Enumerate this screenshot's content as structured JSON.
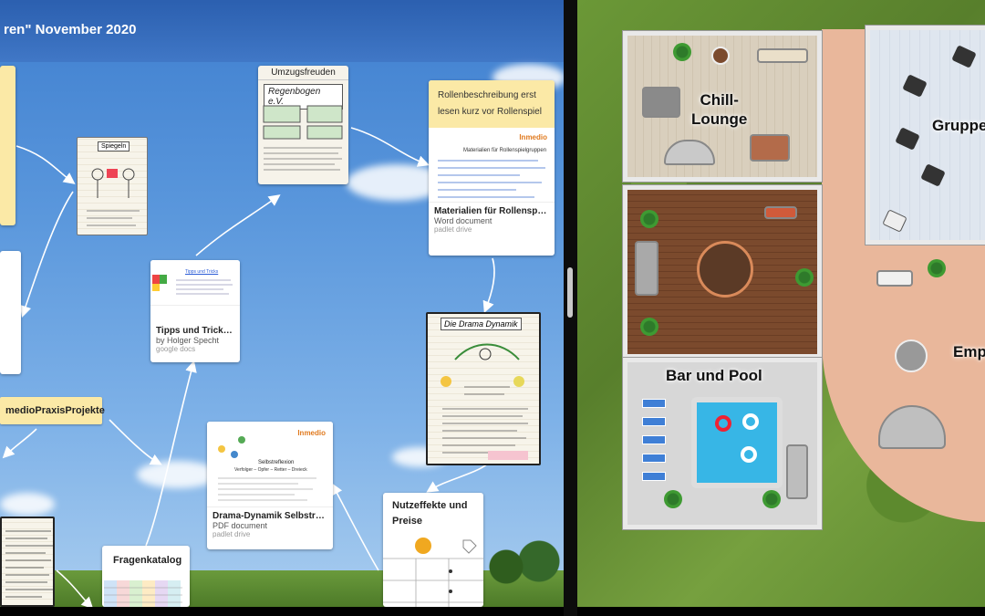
{
  "board": {
    "title": "ren\" November 2020",
    "cards": {
      "umzug": {
        "header": "Umzugsfreuden",
        "sketch_label": "Regenbogen e.V."
      },
      "spiegeln": {
        "sketch_label": "Spiegeln"
      },
      "rollen": {
        "header": "Rollenbeschreibung erst lesen kurz vor Rollenspiel",
        "doc_logo": "Inmedio",
        "doc_heading": "Materialien für Rollenspielgruppen",
        "title": "Materialien für Rollenspielgrup...",
        "subtitle": "Word document",
        "source": "padlet drive"
      },
      "tipps": {
        "preview_heading": "Tipps und Tricks",
        "title": "Tipps und Tricks Kl...",
        "subtitle": "by Holger Specht",
        "source": "google docs"
      },
      "drama_sketch": {
        "sketch_label": "Die Drama Dynamik"
      },
      "drama_pdf": {
        "doc_logo": "Inmedio",
        "doc_heading": "Selbstreflexion",
        "doc_line": "Verfolger – Opfer – Retter – Dreieck",
        "title": "Drama-Dynamik Selbstreflexion",
        "subtitle": "PDF document",
        "source": "padlet drive"
      },
      "nutz": {
        "header": "Nutzeffekte und Preise"
      },
      "fragen": {
        "header": "Fragenkatalog"
      },
      "projekte": {
        "label": "medioPraxisProjekte"
      }
    }
  },
  "floorplan": {
    "rooms": {
      "chill": "Chill-\nLounge",
      "bar": "Bar und Pool",
      "gruppe": "Gruppe",
      "emp": "Emp"
    }
  },
  "colors": {
    "sky_top": "#3f7fcf",
    "note_yellow": "#fbe9a6",
    "floor_emp": "#e9b79b",
    "pool": "#37b6e6"
  }
}
